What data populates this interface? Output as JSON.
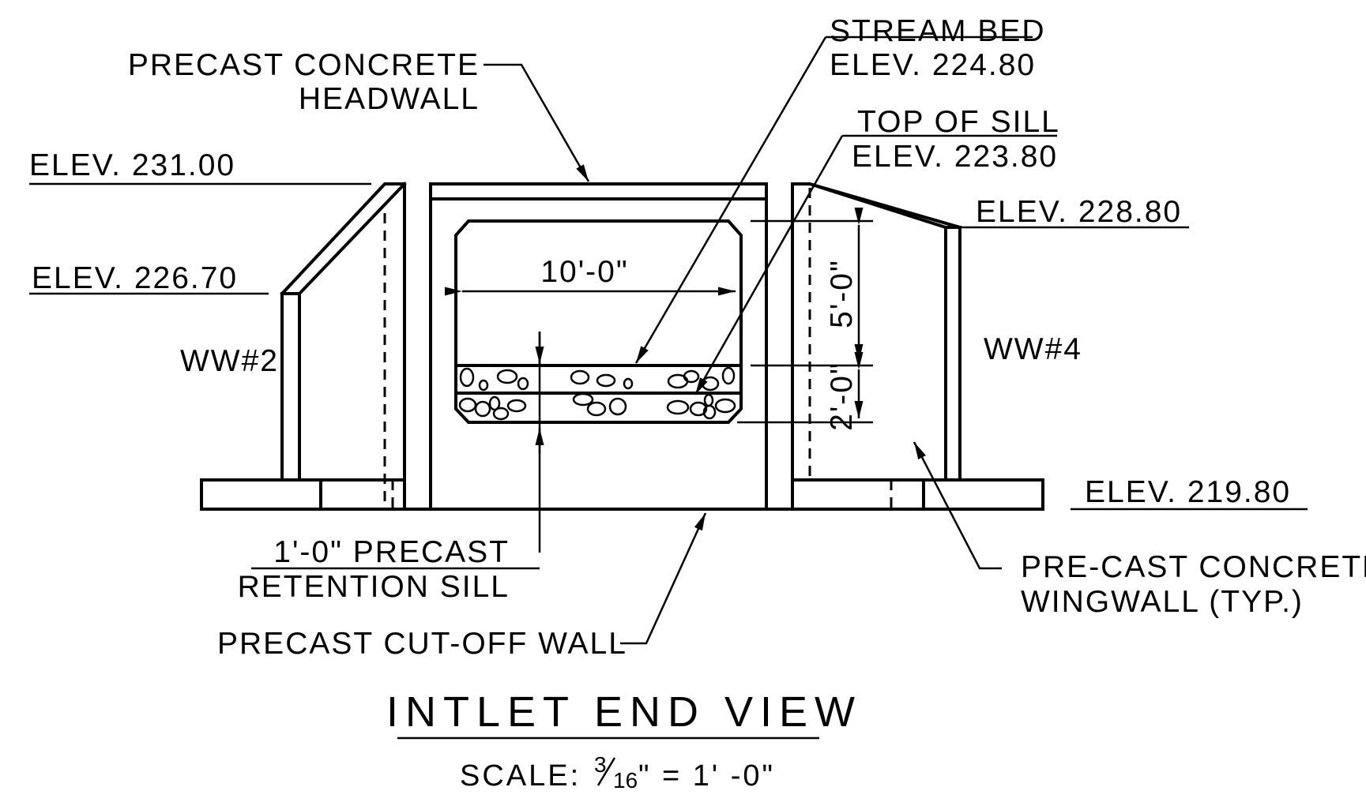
{
  "labels": {
    "headwall_line1": "PRECAST CONCRETE",
    "headwall_line2": "HEADWALL",
    "stream_bed_line1": "STREAM BED",
    "stream_bed_line2": "ELEV. 224.80",
    "sill_line1": "TOP OF SILL",
    "sill_line2": "ELEV. 223.80",
    "elev_top": "ELEV. 231.00",
    "elev_ww2": "ELEV. 226.70",
    "elev_ww4": "ELEV. 228.80",
    "elev_base": "ELEV. 219.80",
    "ww_left": "WW#2",
    "ww_right": "WW#4",
    "dim_span": "10'-0\"",
    "dim_rise": "5'-0\"",
    "dim_fill": "2'-0\"",
    "retention_line1": "1'-0\" PRECAST",
    "retention_line2": "RETENTION SILL",
    "cutoff_wall": "PRECAST CUT-OFF WALL",
    "wingwall_line1": "PRE-CAST CONCRETE",
    "wingwall_line2": "WINGWALL (TYP.)",
    "view_title": "INTLET END VIEW",
    "scale_prefix": "SCALE:",
    "scale_frac_num": "3",
    "scale_frac_den": "16",
    "scale_suffix": "\" = 1' -0\""
  }
}
